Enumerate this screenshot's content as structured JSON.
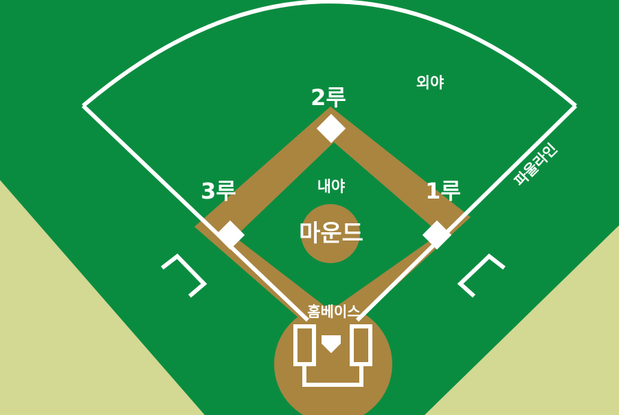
{
  "labels": {
    "outfield": "외야",
    "second_base": "2루",
    "infield": "내야",
    "third_base": "3루",
    "first_base": "1루",
    "pitchers_mound": "마운드",
    "home_plate": "홈베이스",
    "foul_line": "파울라인"
  },
  "colors": {
    "outer_ground": "#d3d893",
    "grass": "#0a8c40",
    "dirt": "#a98540",
    "lines": "#ffffff"
  }
}
